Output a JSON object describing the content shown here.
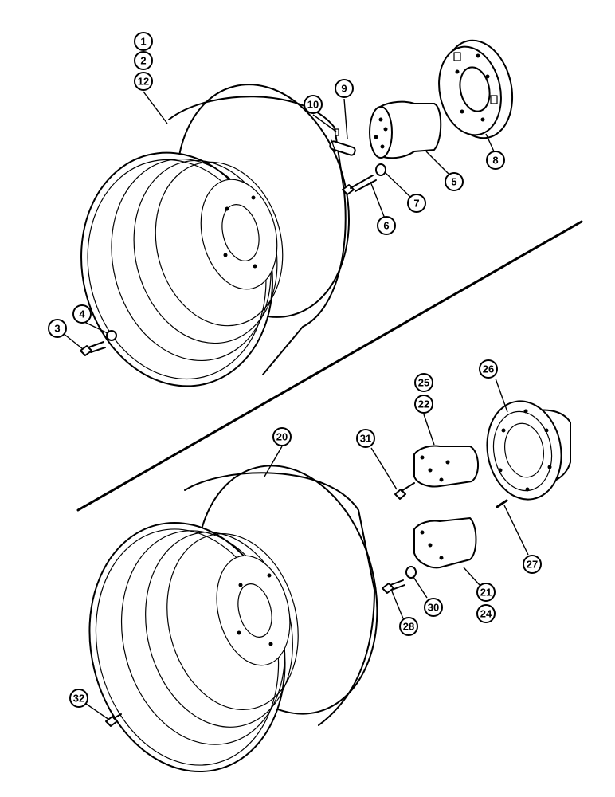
{
  "diagram": {
    "upper_group": {
      "callouts": [
        {
          "id": "c1",
          "label": "1"
        },
        {
          "id": "c2",
          "label": "2"
        },
        {
          "id": "c12",
          "label": "12"
        },
        {
          "id": "c10",
          "label": "10"
        },
        {
          "id": "c9",
          "label": "9"
        },
        {
          "id": "c5",
          "label": "5"
        },
        {
          "id": "c7",
          "label": "7"
        },
        {
          "id": "c6",
          "label": "6"
        },
        {
          "id": "c8",
          "label": "8"
        },
        {
          "id": "c3",
          "label": "3"
        },
        {
          "id": "c4",
          "label": "4"
        }
      ]
    },
    "lower_group": {
      "callouts": [
        {
          "id": "c25",
          "label": "25"
        },
        {
          "id": "c22",
          "label": "22"
        },
        {
          "id": "c26",
          "label": "26"
        },
        {
          "id": "c20",
          "label": "20"
        },
        {
          "id": "c31",
          "label": "31"
        },
        {
          "id": "c27",
          "label": "27"
        },
        {
          "id": "c21",
          "label": "21"
        },
        {
          "id": "c24",
          "label": "24"
        },
        {
          "id": "c30",
          "label": "30"
        },
        {
          "id": "c28",
          "label": "28"
        },
        {
          "id": "c32",
          "label": "32"
        }
      ]
    }
  }
}
